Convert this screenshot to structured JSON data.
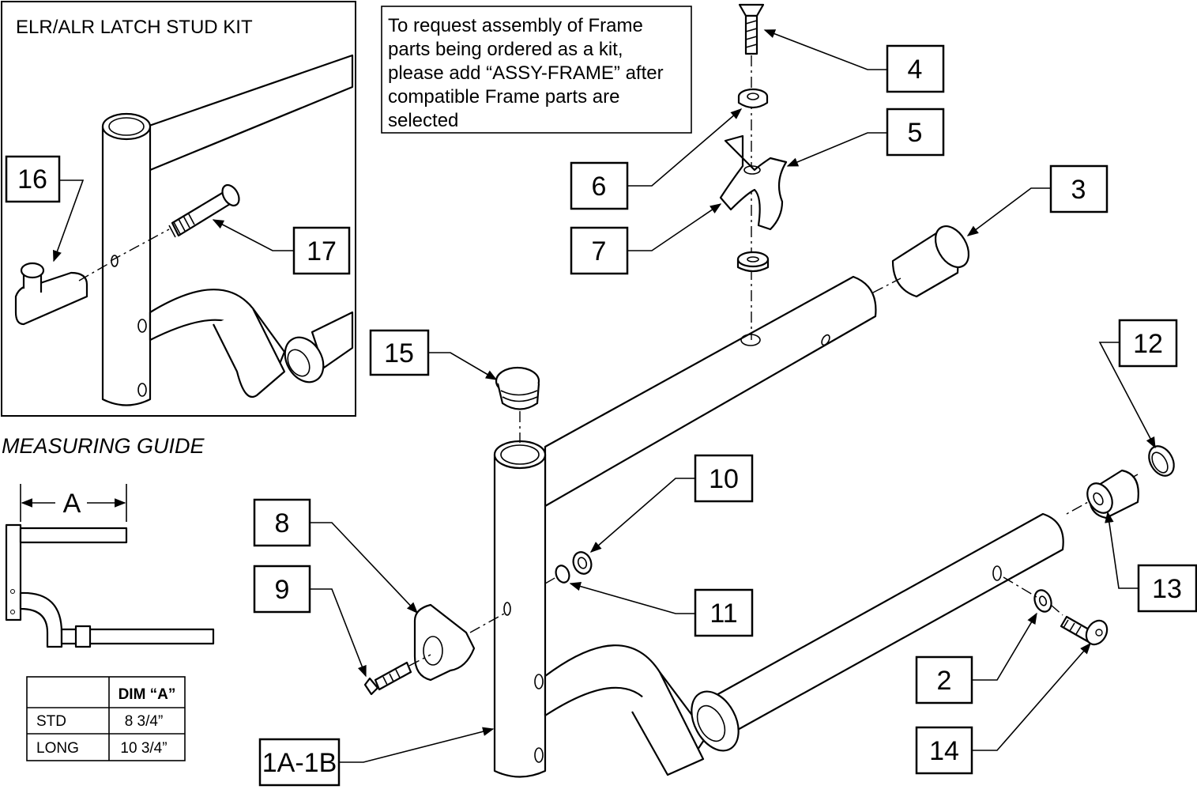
{
  "inset": {
    "title": "ELR/ALR LATCH STUD KIT"
  },
  "note": {
    "lines": [
      "To request assembly of Frame",
      "parts being ordered as a kit,",
      "please add “ASSY-FRAME” after",
      "compatible Frame parts are",
      "selected"
    ]
  },
  "measuring_guide": {
    "title": "MEASURING GUIDE",
    "dimension_label": "A",
    "table": {
      "headers": [
        "",
        "DIM “A”"
      ],
      "rows": [
        [
          "STD",
          "8 3/4”"
        ],
        [
          "LONG",
          "10 3/4”"
        ]
      ]
    }
  },
  "callouts": [
    "16",
    "17",
    "4",
    "5",
    "6",
    "7",
    "3",
    "15",
    "12",
    "10",
    "8",
    "9",
    "11",
    "13",
    "2",
    "14",
    "1A-1B"
  ]
}
